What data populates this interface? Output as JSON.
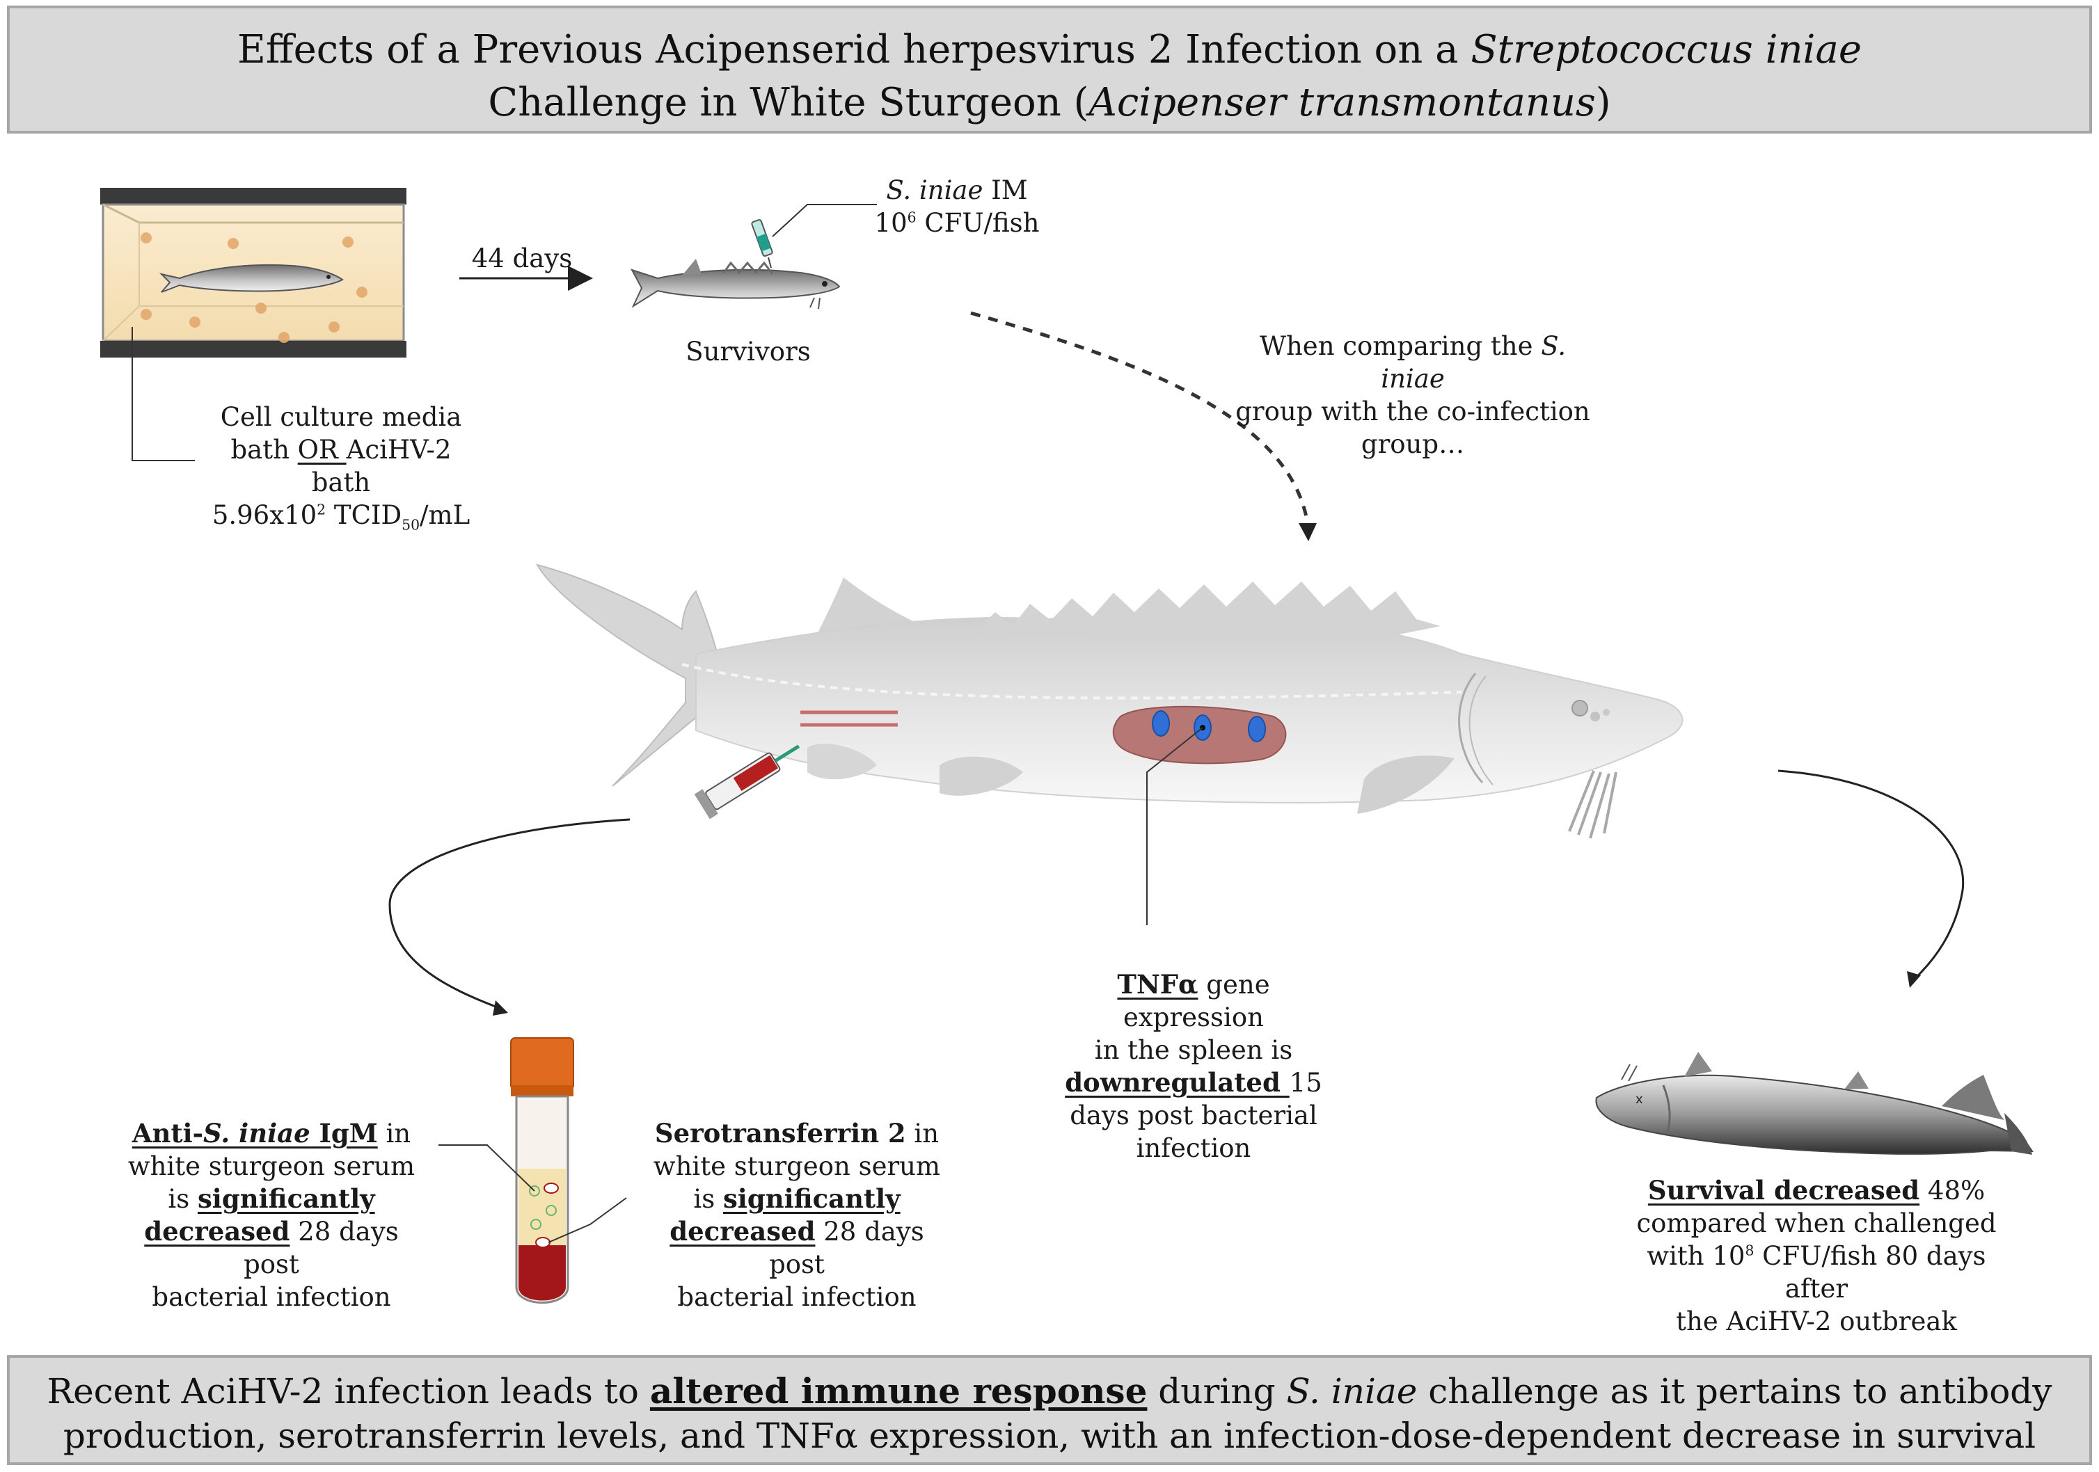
{
  "title": {
    "line1_pre": "Effects of a Previous Acipenserid herpesvirus 2 Infection on a ",
    "line1_italic": "Streptococcus iniae",
    "line2_pre": "Challenge in White Sturgeon (",
    "line2_italic": "Acipenser transmontanus",
    "line2_post": ")"
  },
  "tank_label": {
    "line1": "Cell culture media",
    "line2_pre": "bath ",
    "line2_or": "OR ",
    "line2_post": "AciHV-2 bath",
    "line3_a": "5.96x10",
    "line3_sup": "2",
    "line3_b": " TCID",
    "line3_sub": "50",
    "line3_c": "/mL"
  },
  "arrow_days": "44 days",
  "injection": {
    "line1_italic": "S. iniae",
    "line1_post": " IM",
    "line2_a": "10",
    "line2_sup": "6",
    "line2_b": " CFU/fish"
  },
  "survivors_label": "Survivors",
  "comparison": {
    "line1_pre": "When comparing the ",
    "line1_italic": "S. iniae",
    "line2": "group with the co-infection",
    "line3": "group…"
  },
  "tnf": {
    "bold_u": "TNFα",
    "line1_post": " gene expression",
    "line2": "in the spleen is",
    "line3_bold_u": "downregulated ",
    "line3_post": "15",
    "line4": "days post bacterial",
    "line5": "infection"
  },
  "igm": {
    "pre": "Anti-",
    "italic": "S. iniae",
    "bold_post": " IgM",
    "line1_post": " in",
    "line2": "white sturgeon serum",
    "line3_pre": "is ",
    "line3_bold_u": "significantly ",
    "line4_bold_u": "decreased",
    "line4_post": " 28 days post",
    "line5": "bacterial infection"
  },
  "serotransferrin": {
    "bold": "Serotransferrin 2",
    "line1_post": " in",
    "line2": "white sturgeon serum",
    "line3_pre": "is ",
    "line3_bold_u": "significantly ",
    "line4_bold_u": "decreased",
    "line4_post": " 28 days post",
    "line5": "bacterial infection"
  },
  "survival": {
    "bold_u": "Survival decreased",
    "line1_post": " 48%",
    "line2": "compared when challenged",
    "line3_a": "with 10",
    "line3_sup": "8",
    "line3_b": " CFU/fish 80 days after",
    "line4": "the AciHV-2 outbreak"
  },
  "conclusion": {
    "pre": "Recent AciHV-2 infection leads to ",
    "bold_u": "altered immune response",
    "mid": " during ",
    "italic": "S. iniae",
    "post1": " challenge as it pertains to antibody",
    "line2": "production, serotransferrin levels, and TNFα expression, with an infection-dose-dependent decrease in survival"
  },
  "colors": {
    "banner_bg": "#d9d9d9",
    "banner_border": "#a6a6a6",
    "tank_water": "#f7e4bd",
    "fish_body": "#e2e2e2",
    "spleen": "#b5726f",
    "virus": "#2f6fd6",
    "tube_cap": "#e06a1f",
    "blood": "#a3171b",
    "serum": "#f4e2b0"
  }
}
